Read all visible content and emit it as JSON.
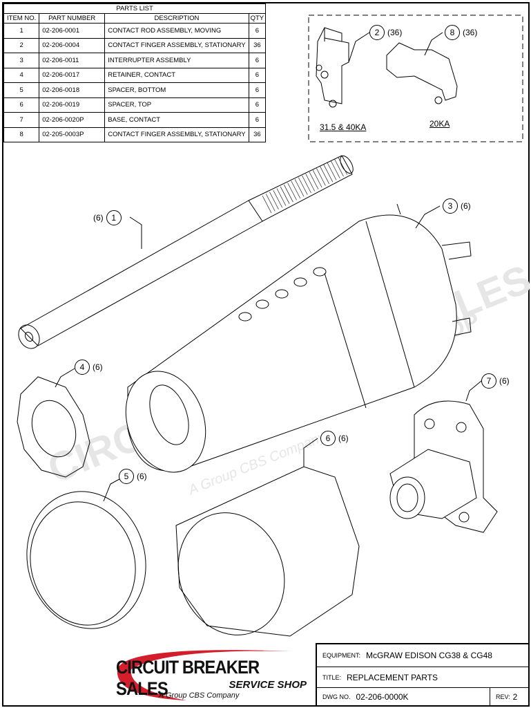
{
  "parts_list": {
    "title": "PARTS LIST",
    "headers": [
      "ITEM NO.",
      "PART NUMBER",
      "DESCRIPTION",
      "QTY"
    ],
    "rows": [
      [
        "1",
        "02-206-0001",
        "CONTACT ROD ASSEMBLY, MOVING",
        "6"
      ],
      [
        "2",
        "02-206-0004",
        "CONTACT FINGER ASSEMBLY, STATIONARY",
        "36"
      ],
      [
        "3",
        "02-206-0011",
        "INTERRUPTER ASSEMBLY",
        "6"
      ],
      [
        "4",
        "02-206-0017",
        "RETAINER, CONTACT",
        "6"
      ],
      [
        "5",
        "02-206-0018",
        "SPACER, BOTTOM",
        "6"
      ],
      [
        "6",
        "02-206-0019",
        "SPACER, TOP",
        "6"
      ],
      [
        "7",
        "02-206-0020P",
        "BASE, CONTACT",
        "6"
      ],
      [
        "8",
        "02-205-0003P",
        "CONTACT FINGER ASSEMBLY, STATIONARY",
        "36"
      ]
    ]
  },
  "detail": {
    "label_left": "31.5 & 40KA",
    "label_right": "20KA"
  },
  "callouts": [
    {
      "item": "1",
      "qty": "(6)"
    },
    {
      "item": "2",
      "qty": "(36)"
    },
    {
      "item": "3",
      "qty": "(6)"
    },
    {
      "item": "4",
      "qty": "(6)"
    },
    {
      "item": "5",
      "qty": "(6)"
    },
    {
      "item": "6",
      "qty": "(6)"
    },
    {
      "item": "7",
      "qty": "(6)"
    },
    {
      "item": "8",
      "qty": "(36)"
    }
  ],
  "watermark": {
    "line1": "CIRCUIT BREAKER SALES",
    "line2": "SERVICE SHOP",
    "line3": "A Group CBS Company"
  },
  "logo": {
    "name": "CIRCUIT BREAKER SALES",
    "sub": "SERVICE SHOP",
    "tagline": "A Group CBS Company",
    "brand_color": "#d21f2b"
  },
  "title_block": {
    "equipment_label": "EQUIPMENT:",
    "equipment": "McGRAW EDISON CG38 & CG48",
    "title_label": "TITLE:",
    "title": "REPLACEMENT PARTS",
    "dwg_label": "DWG NO.",
    "dwg_no": "02-206-0000K",
    "rev_label": "REV:",
    "rev": "2"
  }
}
